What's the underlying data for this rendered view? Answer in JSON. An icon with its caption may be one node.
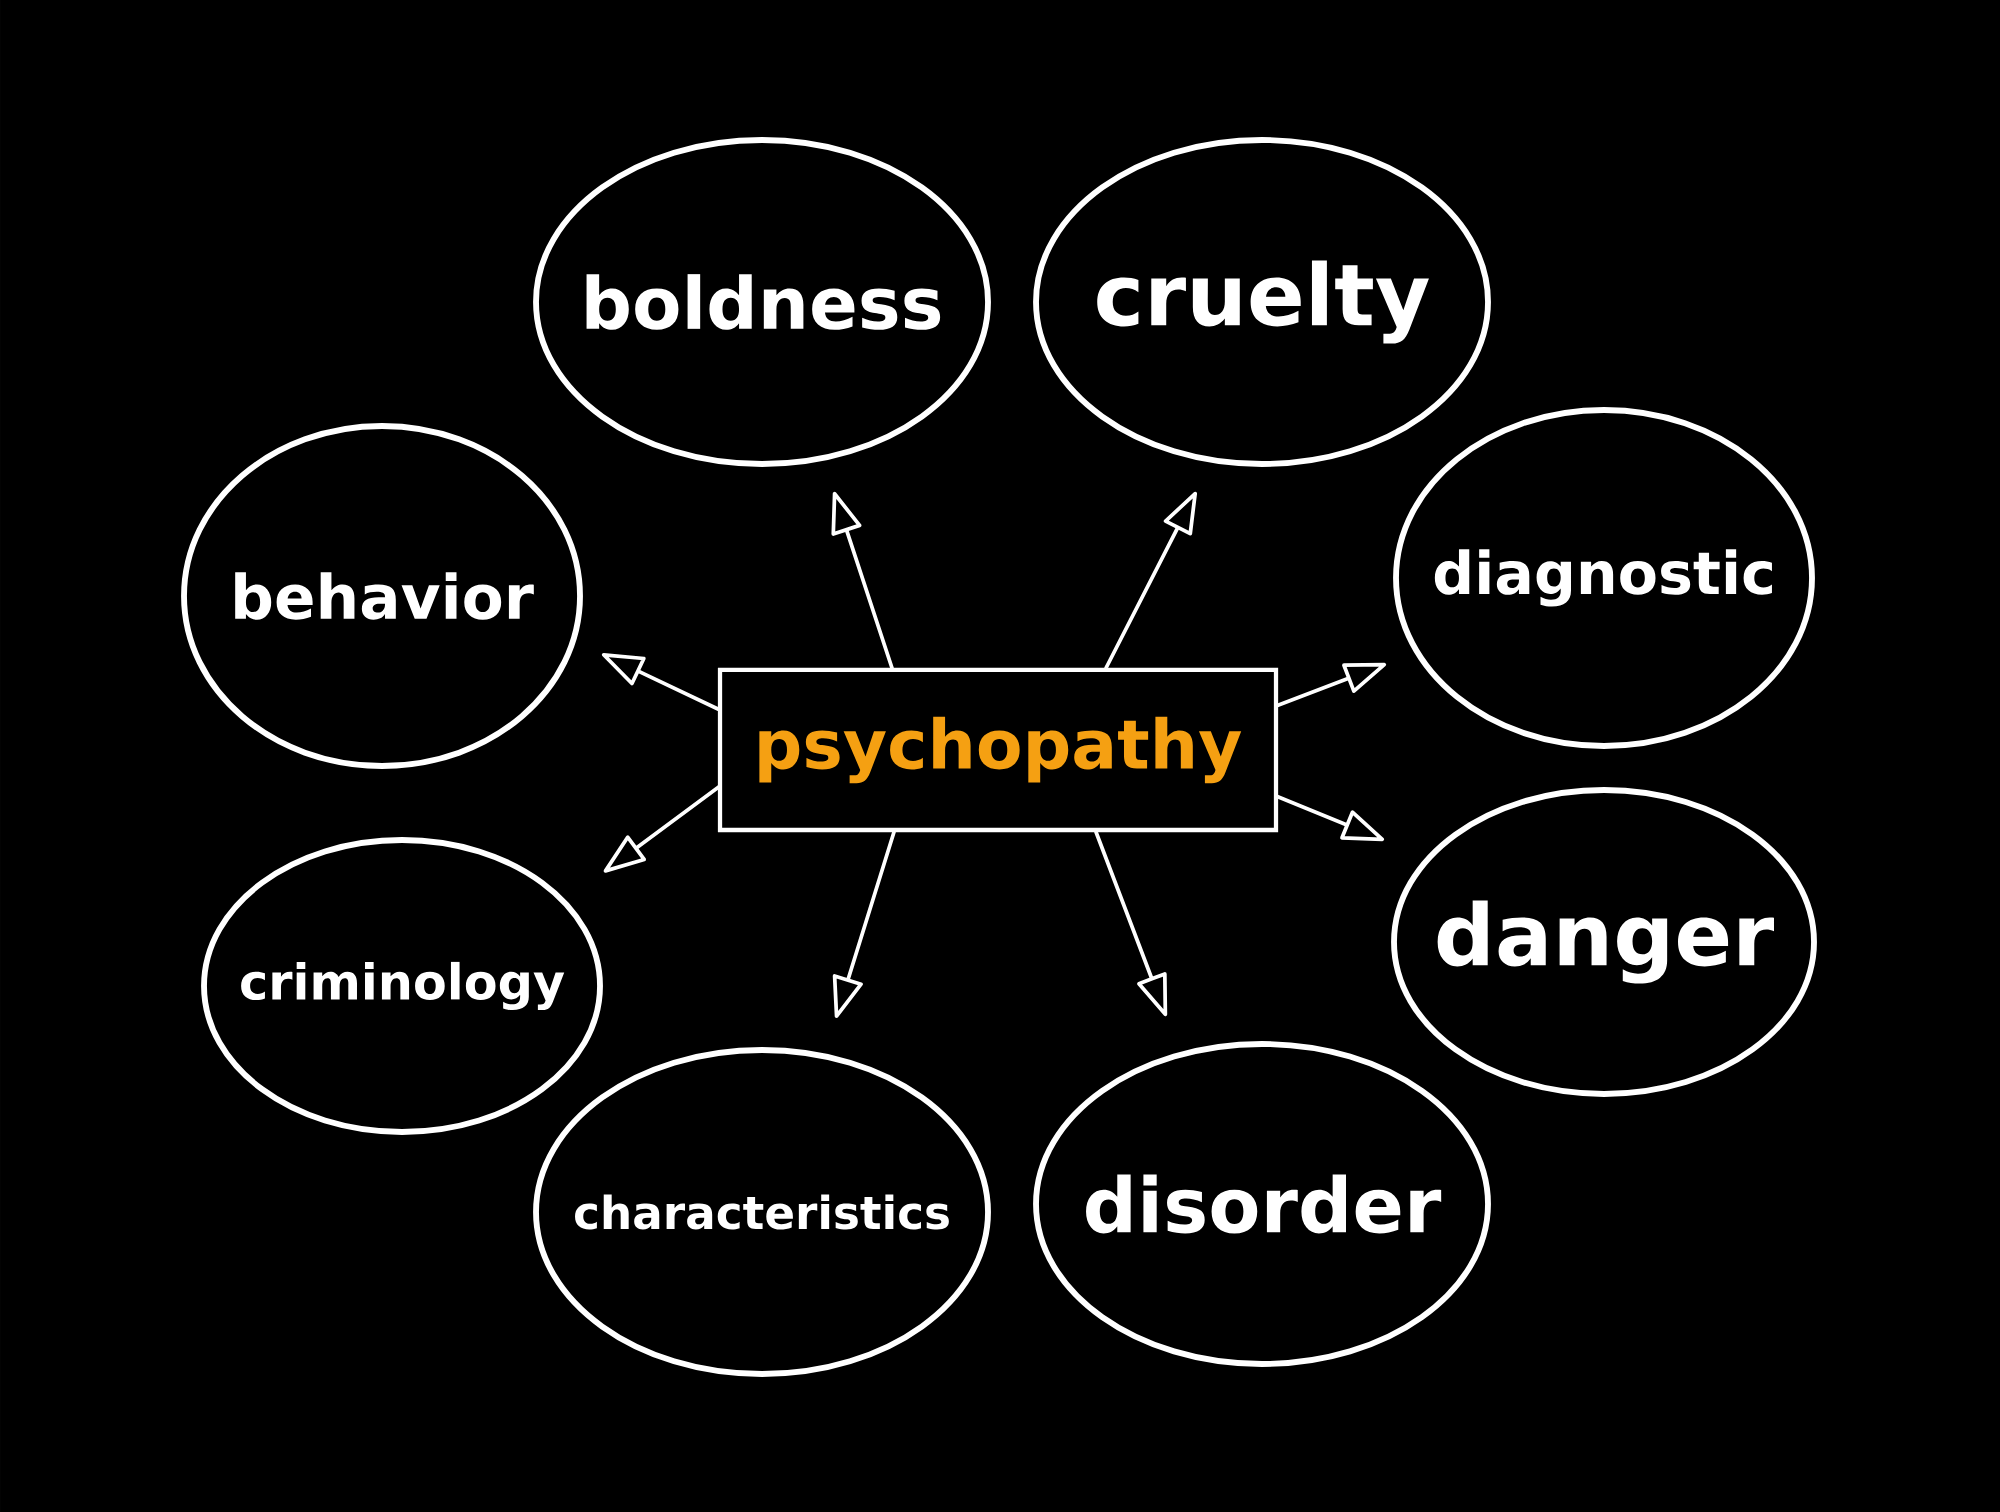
{
  "diagram": {
    "nodes": [
      {
        "text": [
          "psychopathy"
        ]
      },
      {
        "text": [
          "boldness"
        ]
      },
      {
        "text": [
          "cruelty"
        ]
      },
      {
        "text": [
          "behavior"
        ]
      },
      {
        "text": [
          "diagnostic"
        ]
      },
      {
        "text": [
          "criminology"
        ]
      },
      {
        "text": [
          "danger"
        ]
      },
      {
        "text": [
          "characteristics"
        ]
      },
      {
        "text": [
          "disorder"
        ]
      }
    ],
    "edges": [
      {
        "from": 0,
        "to": 1,
        "arrow": "to"
      },
      {
        "from": 0,
        "to": 2,
        "arrow": "to"
      },
      {
        "from": 0,
        "to": 3,
        "arrow": "to"
      },
      {
        "from": 0,
        "to": 4,
        "arrow": "to"
      },
      {
        "from": 0,
        "to": 5,
        "arrow": "to"
      },
      {
        "from": 0,
        "to": 6,
        "arrow": "to"
      },
      {
        "from": 0,
        "to": 7,
        "arrow": "to"
      },
      {
        "from": 0,
        "to": 8,
        "arrow": "to"
      }
    ]
  }
}
